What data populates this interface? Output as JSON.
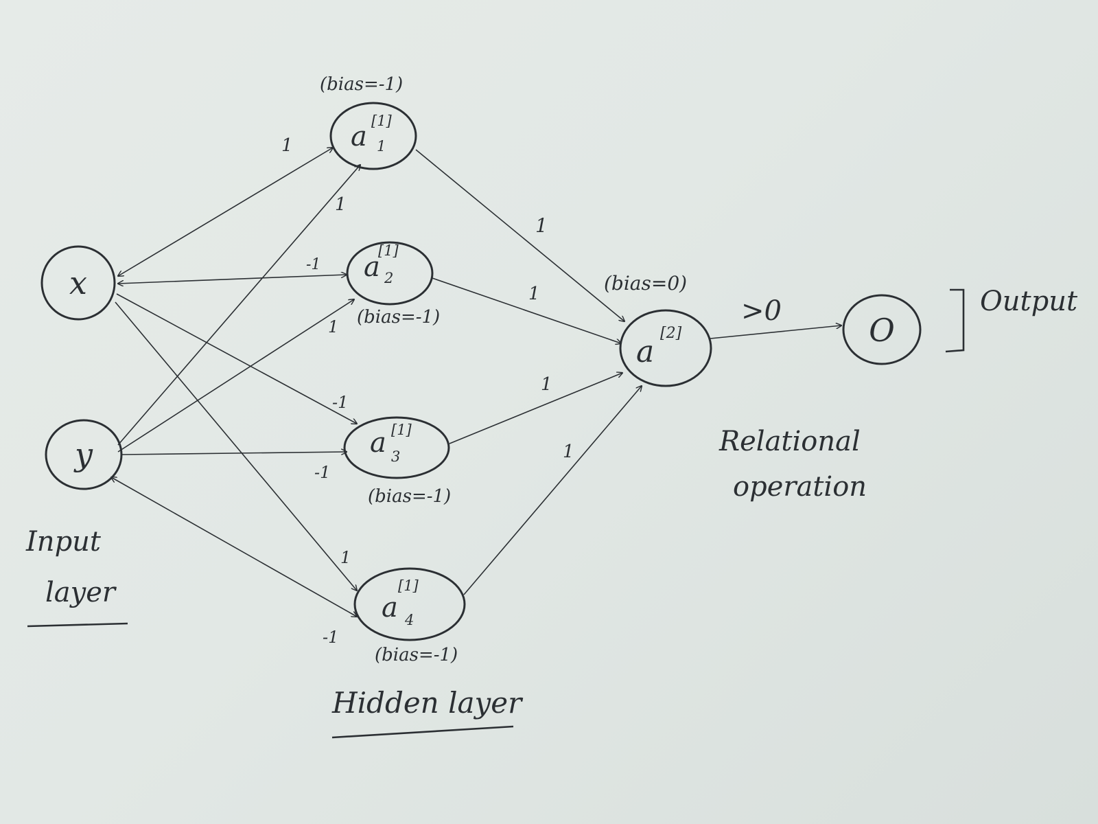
{
  "nodes": {
    "x": {
      "label": "x"
    },
    "y": {
      "label": "y"
    },
    "a1": {
      "base": "a",
      "sup": "[1]",
      "sub": "1",
      "bias": "(bias=-1)"
    },
    "a2": {
      "base": "a",
      "sup": "[1]",
      "sub": "2",
      "bias": "(bias=-1)"
    },
    "a3": {
      "base": "a",
      "sup": "[1]",
      "sub": "3",
      "bias": "(bias=-1)"
    },
    "a4": {
      "base": "a",
      "sup": "[1]",
      "sub": "4",
      "bias": "(bias=-1)"
    },
    "a_out": {
      "base": "a",
      "sup": "[2]",
      "bias": "(bias=0)"
    },
    "out": {
      "label": "O"
    }
  },
  "weights": {
    "x_a1": "1",
    "y_a1": "1",
    "x_a2": "-1",
    "y_a2": "1",
    "x_a3": "-1",
    "y_a3": "-1",
    "x_a4": "1",
    "y_a4": "-1",
    "a1_out": "1",
    "a2_out": "1",
    "a3_out": "1",
    "a4_out": "1"
  },
  "relation": ">0",
  "texts": {
    "output": "Output",
    "relational": "Relational",
    "operation": "operation",
    "input": "Input",
    "input_layer": "layer",
    "hidden_layer": "Hidden layer"
  }
}
